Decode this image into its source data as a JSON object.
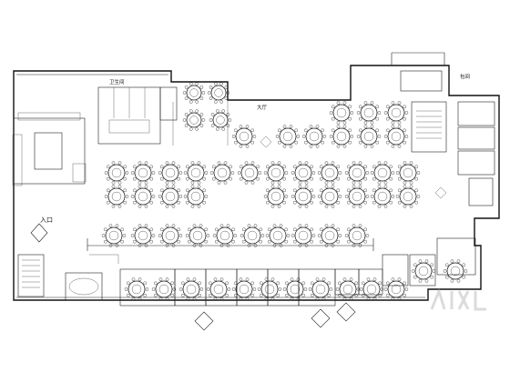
{
  "plan": {
    "main_hall_label": "大厅",
    "entrance_label": "入口",
    "stair_label": "卫生间",
    "top_right_label": "包间"
  },
  "tables": {
    "counts": {
      "main_rows": 5,
      "private_rooms": 13
    }
  },
  "colors": {
    "line": "#111111",
    "background": "#ffffff"
  },
  "watermark": {
    "icon": "logo-mark"
  }
}
